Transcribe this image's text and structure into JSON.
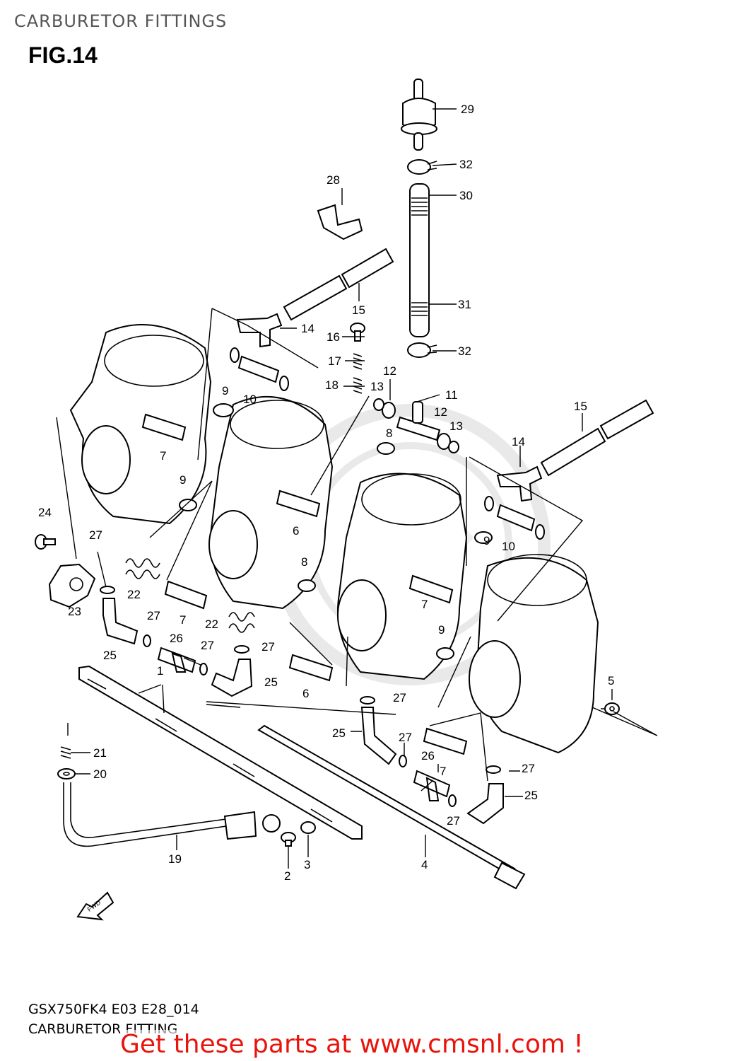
{
  "header": {
    "title": "CARBURETOR FITTINGS"
  },
  "figure": {
    "label": "FIG.14"
  },
  "diagram": {
    "callouts": [
      {
        "id": "c29",
        "text": "29"
      },
      {
        "id": "c32a",
        "text": "32"
      },
      {
        "id": "c30",
        "text": "30"
      },
      {
        "id": "c28",
        "text": "28"
      },
      {
        "id": "c31",
        "text": "31"
      },
      {
        "id": "c32b",
        "text": "32"
      },
      {
        "id": "c15a",
        "text": "15"
      },
      {
        "id": "c14a",
        "text": "14"
      },
      {
        "id": "c16",
        "text": "16"
      },
      {
        "id": "c17",
        "text": "17"
      },
      {
        "id": "c18",
        "text": "18"
      },
      {
        "id": "c12a",
        "text": "12"
      },
      {
        "id": "c13a",
        "text": "13"
      },
      {
        "id": "c11",
        "text": "11"
      },
      {
        "id": "c12b",
        "text": "12"
      },
      {
        "id": "c13b",
        "text": "13"
      },
      {
        "id": "c8a",
        "text": "8"
      },
      {
        "id": "c15b",
        "text": "15"
      },
      {
        "id": "c14b",
        "text": "14"
      },
      {
        "id": "c9a",
        "text": "9"
      },
      {
        "id": "c10a",
        "text": "10"
      },
      {
        "id": "c7a",
        "text": "7"
      },
      {
        "id": "c9b",
        "text": "9"
      },
      {
        "id": "c6a",
        "text": "6"
      },
      {
        "id": "c24",
        "text": "24"
      },
      {
        "id": "c27a",
        "text": "27"
      },
      {
        "id": "c23",
        "text": "23"
      },
      {
        "id": "c22a",
        "text": "22"
      },
      {
        "id": "c7b",
        "text": "7"
      },
      {
        "id": "c8b",
        "text": "8"
      },
      {
        "id": "c9c",
        "text": "9"
      },
      {
        "id": "c10b",
        "text": "10"
      },
      {
        "id": "c7c",
        "text": "7"
      },
      {
        "id": "c22b",
        "text": "22"
      },
      {
        "id": "c27b",
        "text": "27"
      },
      {
        "id": "c25a",
        "text": "25"
      },
      {
        "id": "c26a",
        "text": "26"
      },
      {
        "id": "c27c",
        "text": "27"
      },
      {
        "id": "c27d",
        "text": "27"
      },
      {
        "id": "c1",
        "text": "1"
      },
      {
        "id": "c25b",
        "text": "25"
      },
      {
        "id": "c6b",
        "text": "6"
      },
      {
        "id": "c9d",
        "text": "9"
      },
      {
        "id": "c27e",
        "text": "27"
      },
      {
        "id": "c5",
        "text": "5"
      },
      {
        "id": "c25c",
        "text": "25"
      },
      {
        "id": "c27f",
        "text": "27"
      },
      {
        "id": "c21",
        "text": "21"
      },
      {
        "id": "c26b",
        "text": "26"
      },
      {
        "id": "c7d",
        "text": "7"
      },
      {
        "id": "c20",
        "text": "20"
      },
      {
        "id": "c27g",
        "text": "27"
      },
      {
        "id": "c25d",
        "text": "25"
      },
      {
        "id": "c27h",
        "text": "27"
      },
      {
        "id": "c19",
        "text": "19"
      },
      {
        "id": "c3",
        "text": "3"
      },
      {
        "id": "c2",
        "text": "2"
      },
      {
        "id": "c4",
        "text": "4"
      }
    ],
    "fwd_label": "FWD"
  },
  "footer": {
    "code": "GSX750FK4 E03 E28_014",
    "name": "CARBURETOR FITTING",
    "promo": "Get these parts at www.cmsnl.com !"
  }
}
